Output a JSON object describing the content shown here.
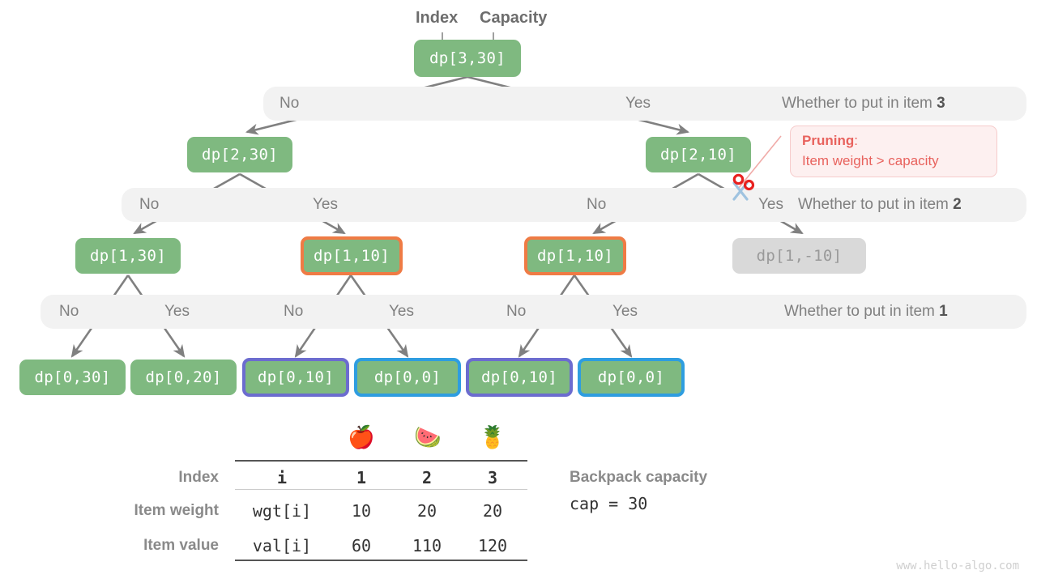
{
  "captions": {
    "index": "Index",
    "capacity": "Capacity"
  },
  "levels": [
    {
      "question": "Whether to put in item ",
      "item": "3",
      "no": "No",
      "yes": "Yes"
    },
    {
      "question": "Whether to put in item ",
      "item": "2",
      "no": "No",
      "yes": "Yes"
    },
    {
      "question": "Whether to put in item ",
      "item": "1",
      "no": "No",
      "yes": "Yes"
    }
  ],
  "level_labels": {
    "l1_no": "No",
    "l1_yes": "Yes",
    "l2_no_a": "No",
    "l2_yes_a": "Yes",
    "l2_no_b": "No",
    "l2_yes_b": "Yes",
    "l3_no_a": "No",
    "l3_yes_a": "Yes",
    "l3_no_b": "No",
    "l3_yes_b": "Yes",
    "l3_no_c": "No",
    "l3_yes_c": "Yes"
  },
  "nodes": {
    "root": "dp[3,30]",
    "n2_left": "dp[2,30]",
    "n2_right": "dp[2,10]",
    "n3_a": "dp[1,30]",
    "n3_b": "dp[1,10]",
    "n3_c": "dp[1,10]",
    "n3_d": "dp[1,-10]",
    "n4_a": "dp[0,30]",
    "n4_b": "dp[0,20]",
    "n4_c": "dp[0,10]",
    "n4_d": "dp[0,0]",
    "n4_e": "dp[0,10]",
    "n4_f": "dp[0,0]"
  },
  "pruning": {
    "title": "Pruning",
    "colon": ":",
    "detail": "Item weight > capacity"
  },
  "table": {
    "row_labels": [
      "Index",
      "Item weight",
      "Item value"
    ],
    "first_col": [
      "i",
      "wgt[i]",
      "val[i]"
    ],
    "fruits": [
      "🍎",
      "🍉",
      "🍍"
    ],
    "columns": [
      "1",
      "2",
      "3"
    ],
    "weights": [
      "10",
      "20",
      "20"
    ],
    "values": [
      "60",
      "110",
      "120"
    ]
  },
  "capacity_note": {
    "title": "Backpack capacity",
    "code": "cap = 30"
  },
  "footer": "www.hello-algo.com",
  "colors": {
    "node_green": "#7fb980",
    "orange": "#ef7b45",
    "purple": "#6c6ccf",
    "blue": "#2e9de0",
    "gray_node": "#d9d9d9",
    "bar": "#f2f2f2",
    "arrow": "#808080",
    "pruning_red": "#e8625d"
  }
}
